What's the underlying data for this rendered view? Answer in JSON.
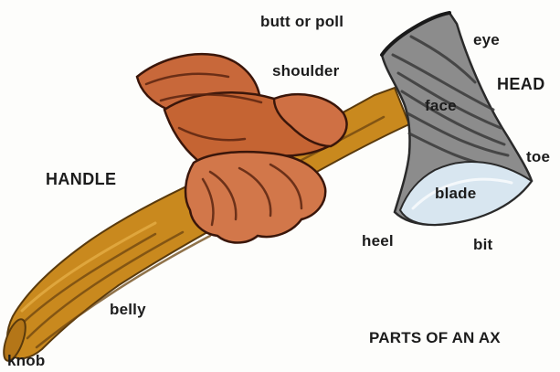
{
  "labels": {
    "butt_or_poll": "butt or poll",
    "eye": "eye",
    "shoulder": "shoulder",
    "head": "HEAD",
    "face": "face",
    "toe": "toe",
    "handle": "HANDLE",
    "blade": "blade",
    "heel": "heel",
    "bit": "bit",
    "belly": "belly",
    "knob": "knob"
  },
  "caption": "PARTS OF AN AX",
  "colors": {
    "handle_wood": "#c9891e",
    "handle_shadow": "#6b4410",
    "hand_skin": "#c8683a",
    "hand_shadow": "#5a2410",
    "head_steel": "#8c8c8c",
    "head_dark": "#3a3a3a",
    "blade_edge": "#d8e6f0",
    "label_text": "#1c1c1c"
  }
}
